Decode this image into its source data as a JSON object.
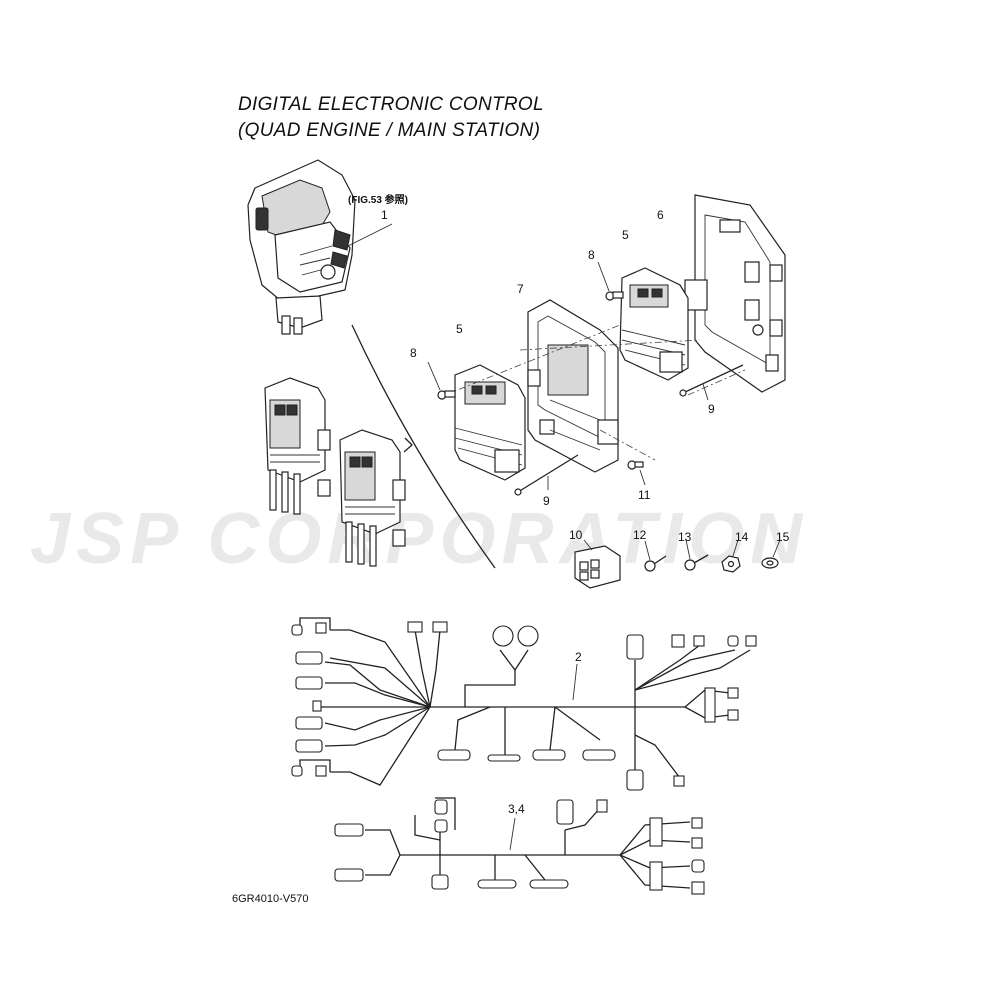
{
  "diagram": {
    "title_line1": "DIGITAL ELECTRONIC CONTROL",
    "title_line2": "(QUAD ENGINE / MAIN STATION)",
    "figure_ref": "(FIG.53 参照)",
    "drawing_code": "6GR4010-V570",
    "watermark": "JSP CORPORATION",
    "callouts": [
      {
        "id": "c1",
        "label": "1"
      },
      {
        "id": "c2",
        "label": "2"
      },
      {
        "id": "c34",
        "label": "3,4"
      },
      {
        "id": "c5a",
        "label": "5"
      },
      {
        "id": "c5b",
        "label": "5"
      },
      {
        "id": "c6",
        "label": "6"
      },
      {
        "id": "c7",
        "label": "7"
      },
      {
        "id": "c8a",
        "label": "8"
      },
      {
        "id": "c8b",
        "label": "8"
      },
      {
        "id": "c9a",
        "label": "9"
      },
      {
        "id": "c9b",
        "label": "9"
      },
      {
        "id": "c10",
        "label": "10"
      },
      {
        "id": "c11",
        "label": "11"
      },
      {
        "id": "c12",
        "label": "12"
      },
      {
        "id": "c13",
        "label": "13"
      },
      {
        "id": "c14",
        "label": "14"
      },
      {
        "id": "c15",
        "label": "15"
      }
    ]
  }
}
